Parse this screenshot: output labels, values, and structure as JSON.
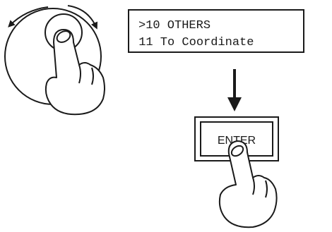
{
  "display": {
    "lines": [
      ">10 OTHERS",
      " 11 To Coordinate"
    ]
  },
  "enter_key": {
    "label": "ENTER"
  },
  "icons": {
    "dial": "rotary-dial-icon",
    "rotate_arrows": "rotate-arrows-icon",
    "down_arrow": "arrow-down-icon",
    "hand": "hand-pointer-icon"
  }
}
